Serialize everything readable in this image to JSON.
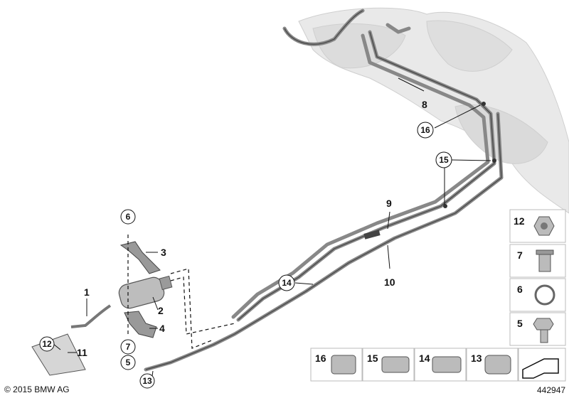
{
  "diagram": {
    "copyright": "© 2015 BMW AG",
    "image_number": "442947",
    "callouts": {
      "n1": "1",
      "n2": "2",
      "n3": "3",
      "n4": "4",
      "n5": "5",
      "n6": "6",
      "n7": "7",
      "n8": "8",
      "n9": "9",
      "n10": "10",
      "n11": "11",
      "n12": "12",
      "n13": "13",
      "n14": "14",
      "n15": "15",
      "n16": "16"
    },
    "legend_side": [
      "12",
      "7",
      "6",
      "5"
    ],
    "legend_bottom": [
      "16",
      "15",
      "14",
      "13"
    ]
  }
}
